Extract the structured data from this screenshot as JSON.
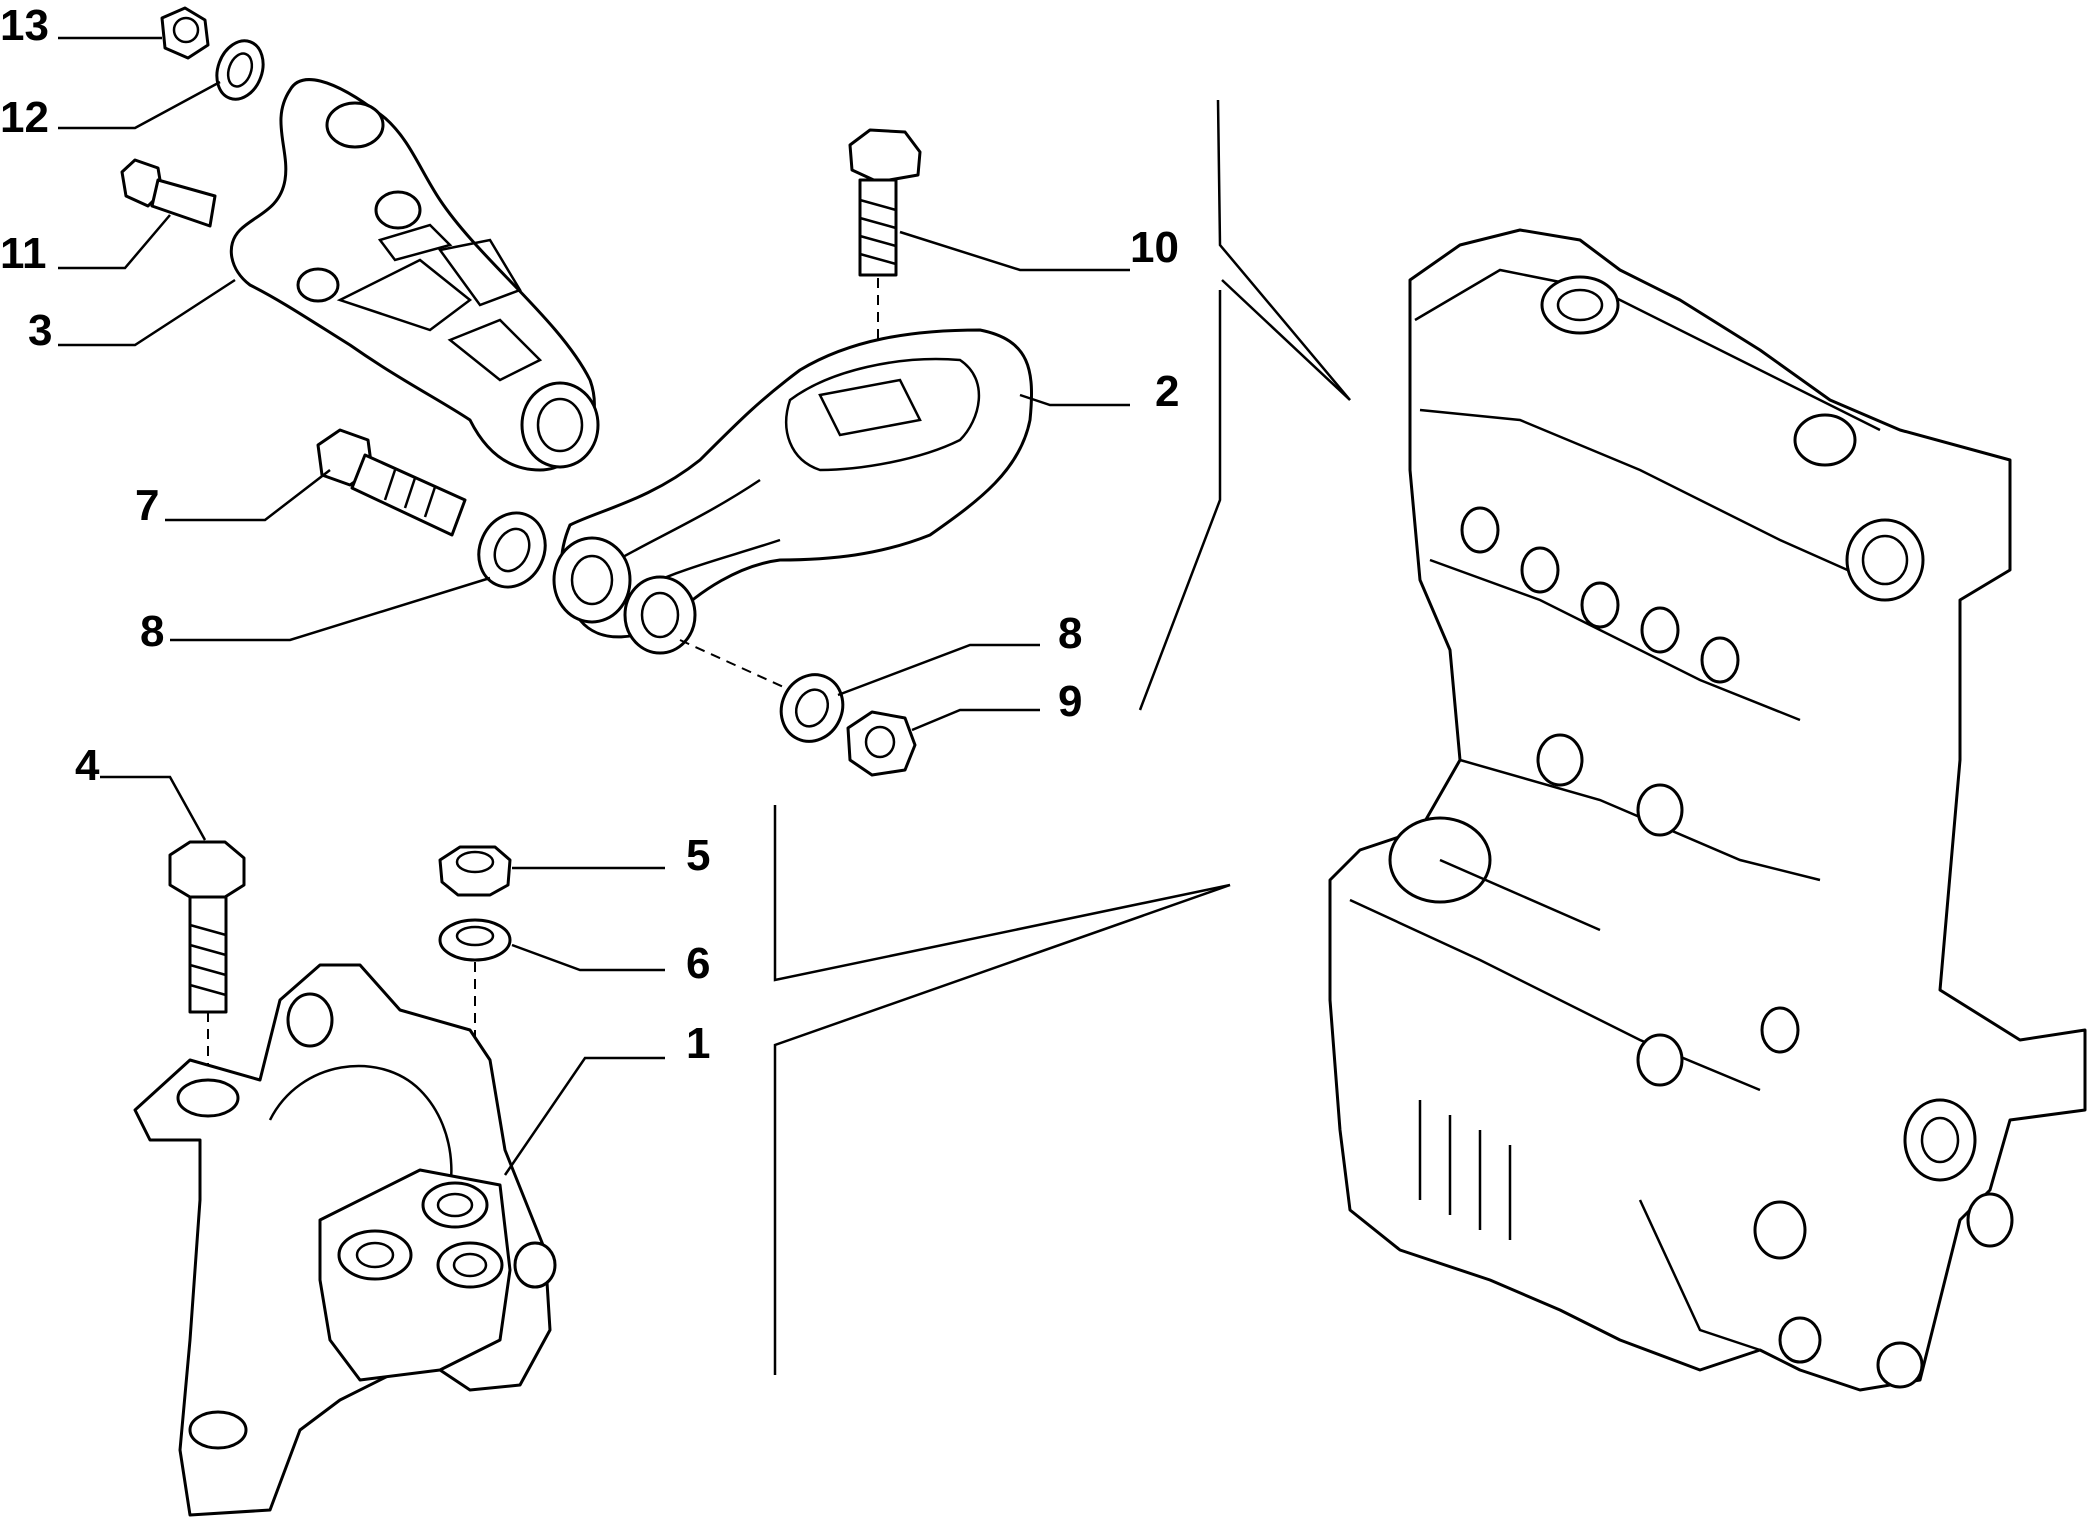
{
  "callouts": {
    "c13": "13",
    "c12": "12",
    "c11": "11",
    "c3": "3",
    "c7": "7",
    "c8a": "8",
    "c10": "10",
    "c2": "2",
    "c8b": "8",
    "c9": "9",
    "c4": "4",
    "c5": "5",
    "c6": "6",
    "c1": "1"
  },
  "colors": {
    "line": "#000000",
    "background": "#ffffff"
  }
}
